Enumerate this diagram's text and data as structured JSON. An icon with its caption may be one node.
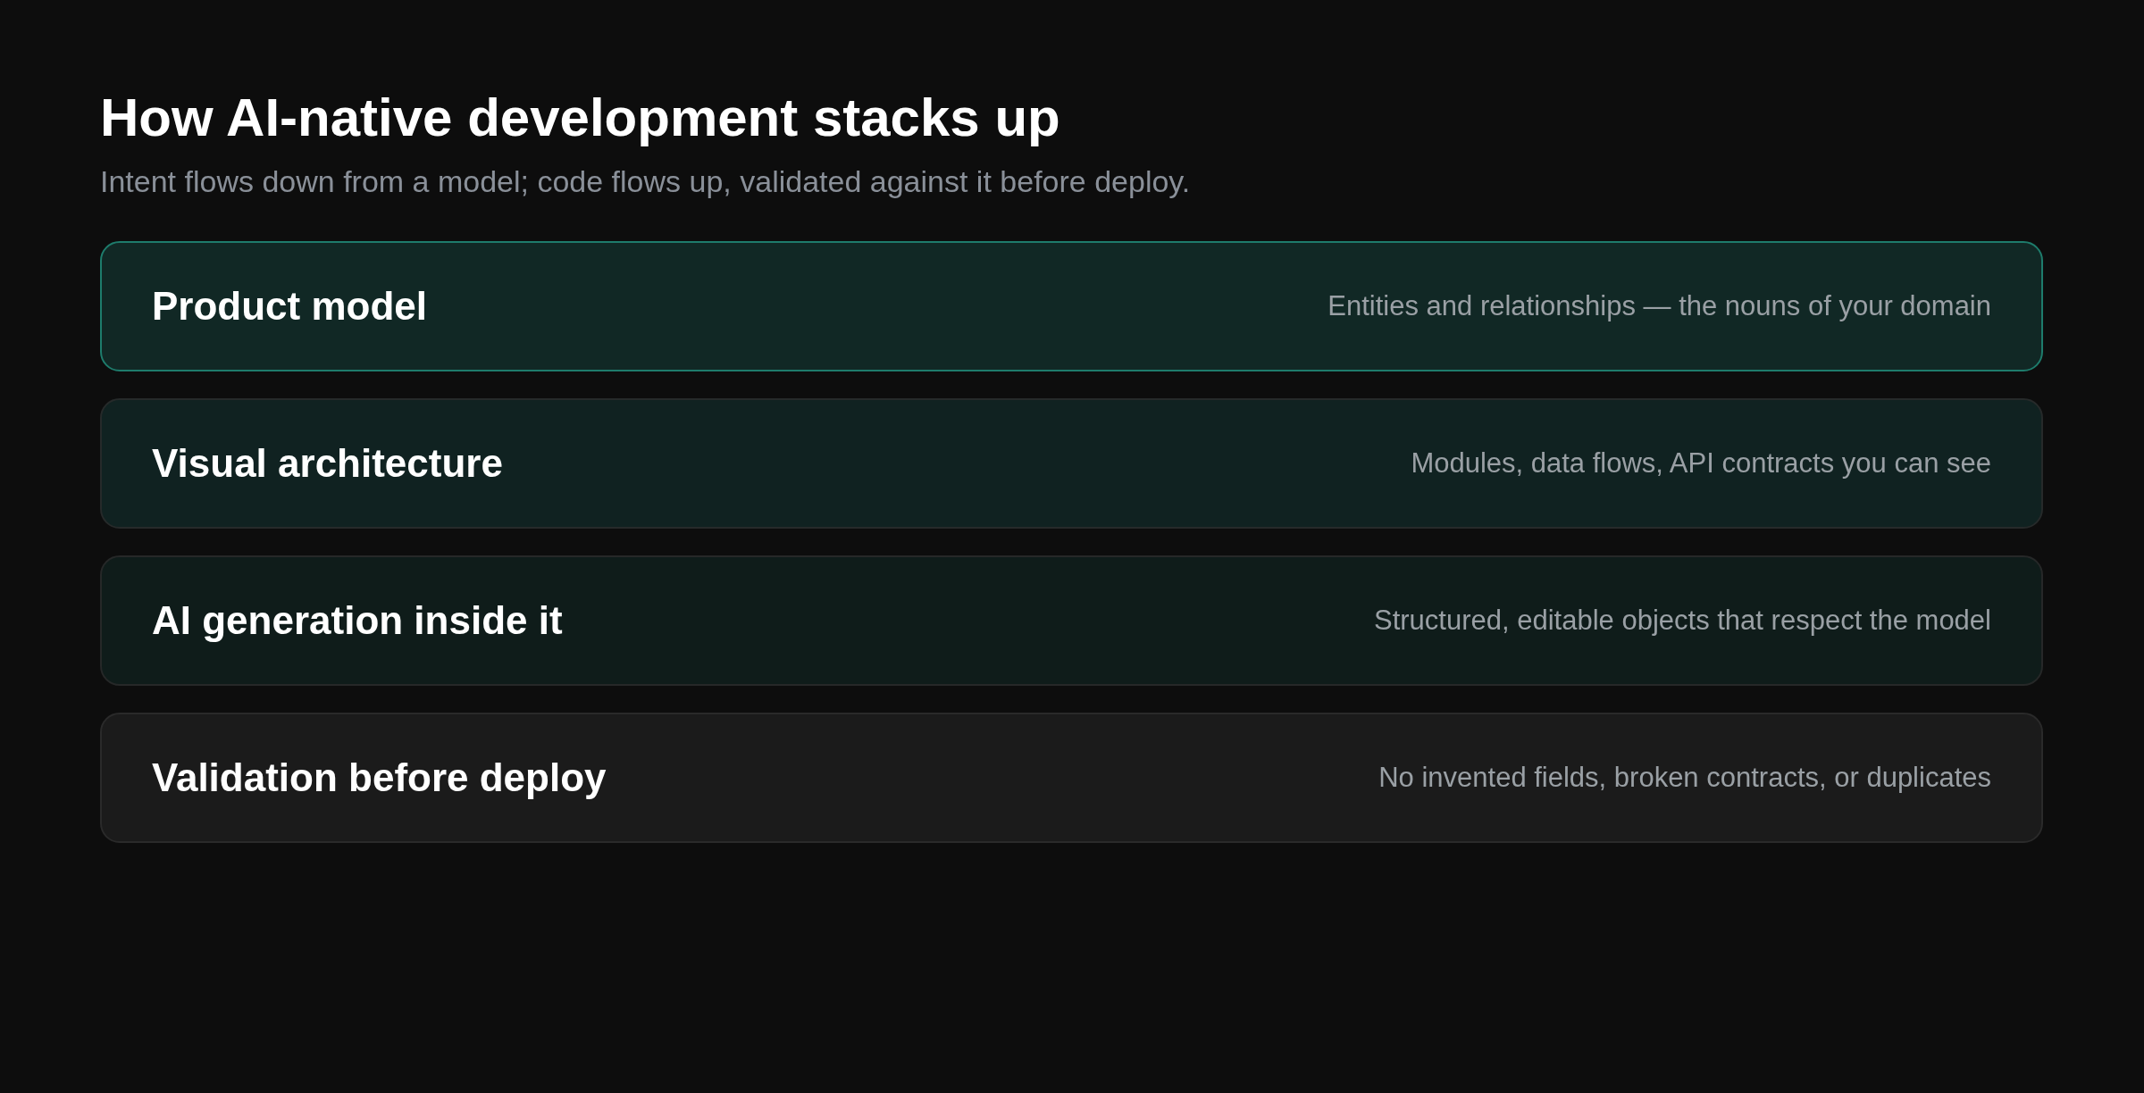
{
  "diagram": {
    "title": "How AI-native development stacks up",
    "labels": [
      "Intent flows down from a model; code flows up, validated against it before deploy."
    ],
    "nodes": [
      {
        "text": [
          "Product model",
          "Entities and relationships — the nouns of your domain"
        ]
      },
      {
        "text": [
          "Visual architecture",
          "Modules, data flows, API contracts you can see"
        ]
      },
      {
        "text": [
          "AI generation inside it",
          "Structured, editable objects that respect the model"
        ]
      },
      {
        "text": [
          "Validation before deploy",
          "No invented fields, broken contracts, or duplicates"
        ]
      }
    ]
  }
}
